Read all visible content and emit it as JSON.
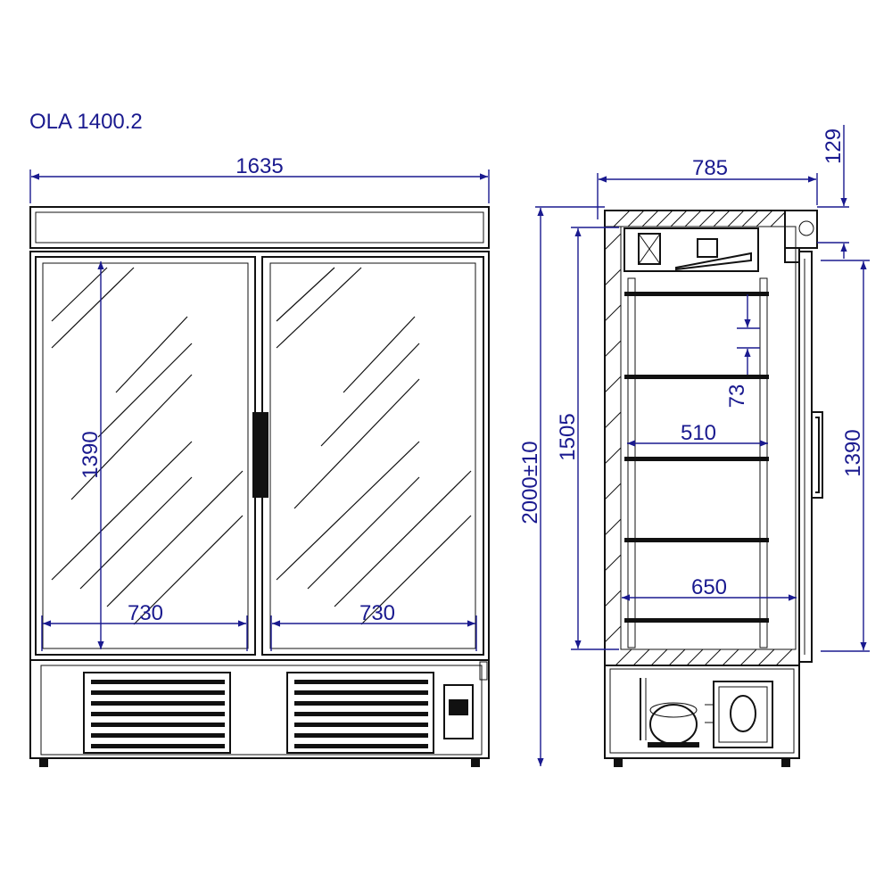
{
  "title": "OLA 1400.2",
  "colors": {
    "dimension": "#1a1a8f",
    "ink": "#111111",
    "background": "#ffffff"
  },
  "front_view": {
    "width": "1635",
    "door_height": "1390",
    "door_left_width": "730",
    "door_right_width": "730"
  },
  "side_view": {
    "depth": "785",
    "top_offset": "129",
    "total_height": "2000±10",
    "interior_height": "1505",
    "door_height": "1390",
    "shelf_pitch": "73",
    "shelf_depth": "510",
    "interior_depth": "650"
  }
}
